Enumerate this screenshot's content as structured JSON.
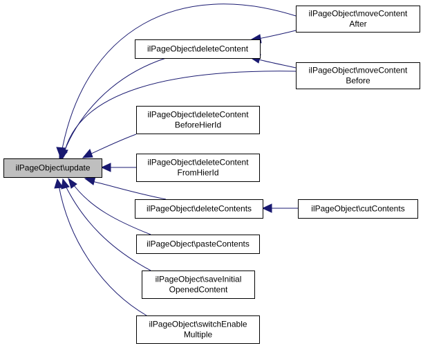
{
  "diagram": {
    "type": "call-graph",
    "nodes": [
      {
        "id": "update",
        "lines": [
          "ilPageObject\\update"
        ],
        "highlighted": true
      },
      {
        "id": "deleteContent",
        "lines": [
          "ilPageObject\\deleteContent"
        ]
      },
      {
        "id": "moveContentAfter",
        "lines": [
          "ilPageObject\\moveContent",
          "After"
        ]
      },
      {
        "id": "moveContentBefore",
        "lines": [
          "ilPageObject\\moveContent",
          "Before"
        ]
      },
      {
        "id": "deleteContentBeforeHierId",
        "lines": [
          "ilPageObject\\deleteContent",
          "BeforeHierId"
        ]
      },
      {
        "id": "deleteContentFromHierId",
        "lines": [
          "ilPageObject\\deleteContent",
          "FromHierId"
        ]
      },
      {
        "id": "deleteContents",
        "lines": [
          "ilPageObject\\deleteContents"
        ]
      },
      {
        "id": "cutContents",
        "lines": [
          "ilPageObject\\cutContents"
        ]
      },
      {
        "id": "pasteContents",
        "lines": [
          "ilPageObject\\pasteContents"
        ]
      },
      {
        "id": "saveInitialOpenedContent",
        "lines": [
          "ilPageObject\\saveInitial",
          "OpenedContent"
        ]
      },
      {
        "id": "switchEnableMultiple",
        "lines": [
          "ilPageObject\\switchEnable",
          "Multiple"
        ]
      }
    ],
    "edges": [
      {
        "from": "moveContentAfter",
        "to": "update"
      },
      {
        "from": "moveContentAfter",
        "to": "deleteContent"
      },
      {
        "from": "deleteContent",
        "to": "update"
      },
      {
        "from": "moveContentBefore",
        "to": "deleteContent"
      },
      {
        "from": "moveContentBefore",
        "to": "update"
      },
      {
        "from": "deleteContentBeforeHierId",
        "to": "update"
      },
      {
        "from": "deleteContentFromHierId",
        "to": "update"
      },
      {
        "from": "deleteContents",
        "to": "update"
      },
      {
        "from": "cutContents",
        "to": "deleteContents"
      },
      {
        "from": "pasteContents",
        "to": "update"
      },
      {
        "from": "saveInitialOpenedContent",
        "to": "update"
      },
      {
        "from": "switchEnableMultiple",
        "to": "update"
      }
    ],
    "colors": {
      "edge": "#191970",
      "node_border": "#000000",
      "node_fill": "#ffffff",
      "highlight_fill": "#bfbfbf"
    }
  }
}
